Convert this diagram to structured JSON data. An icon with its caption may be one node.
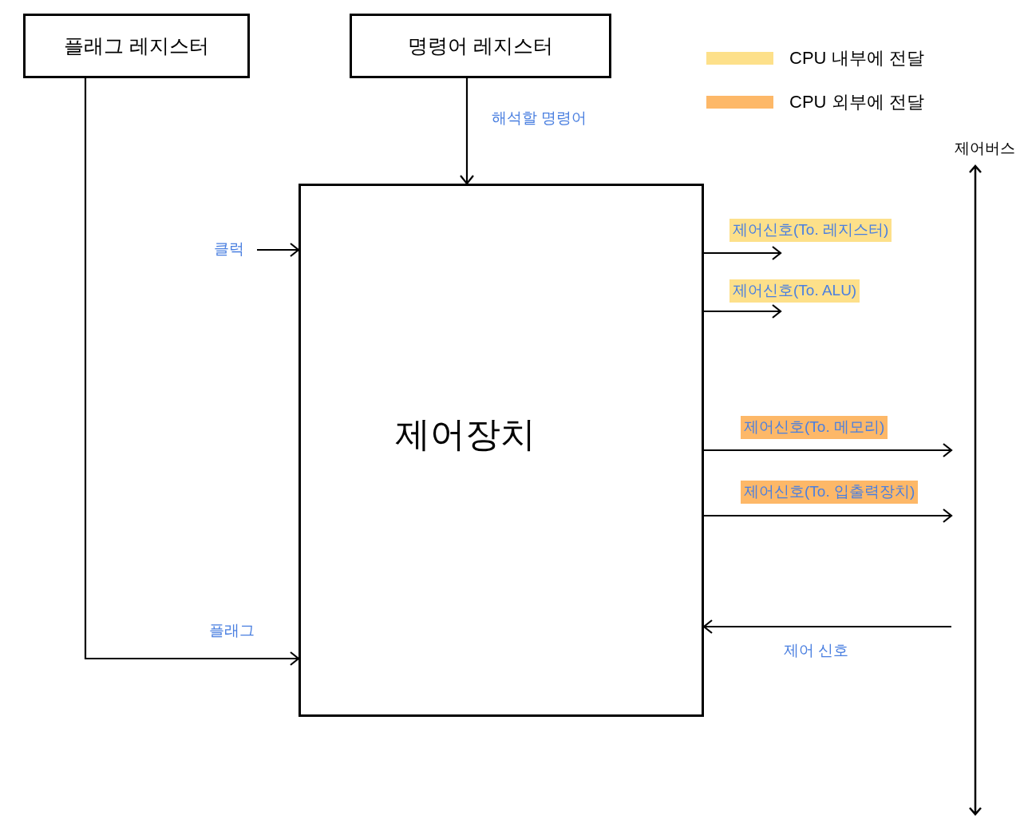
{
  "diagram": {
    "nodes": [
      {
        "text": [
          "플래그 레지스터"
        ]
      },
      {
        "text": [
          "명령어 레지스터"
        ]
      },
      {
        "text": [
          "제어장치"
        ]
      },
      {
        "text": [
          "제어버스"
        ]
      }
    ],
    "edges": [
      {
        "from": 0,
        "to": 2,
        "arrow": "to",
        "label": "플래그"
      },
      {
        "from": 1,
        "to": 2,
        "arrow": "to",
        "label": "해석할 명령어"
      },
      {
        "from": null,
        "to": 2,
        "arrow": "to",
        "label": "클럭"
      },
      {
        "from": 2,
        "to": null,
        "arrow": "to",
        "label": "제어신호(To. 레지스터)"
      },
      {
        "from": 2,
        "to": null,
        "arrow": "to",
        "label": "제어신호(To. ALU)"
      },
      {
        "from": 2,
        "to": 3,
        "arrow": "to",
        "label": "제어신호(To. 메모리)"
      },
      {
        "from": 2,
        "to": 3,
        "arrow": "to",
        "label": "제어신호(To. 입출력장치)"
      },
      {
        "from": 3,
        "to": 2,
        "arrow": "to",
        "label": "제어 신호"
      }
    ],
    "legend": [
      {
        "text": "CPU 내부에 전달",
        "color": "#fde08a"
      },
      {
        "text": "CPU 외부에 전달",
        "color": "#fdb868"
      }
    ]
  }
}
